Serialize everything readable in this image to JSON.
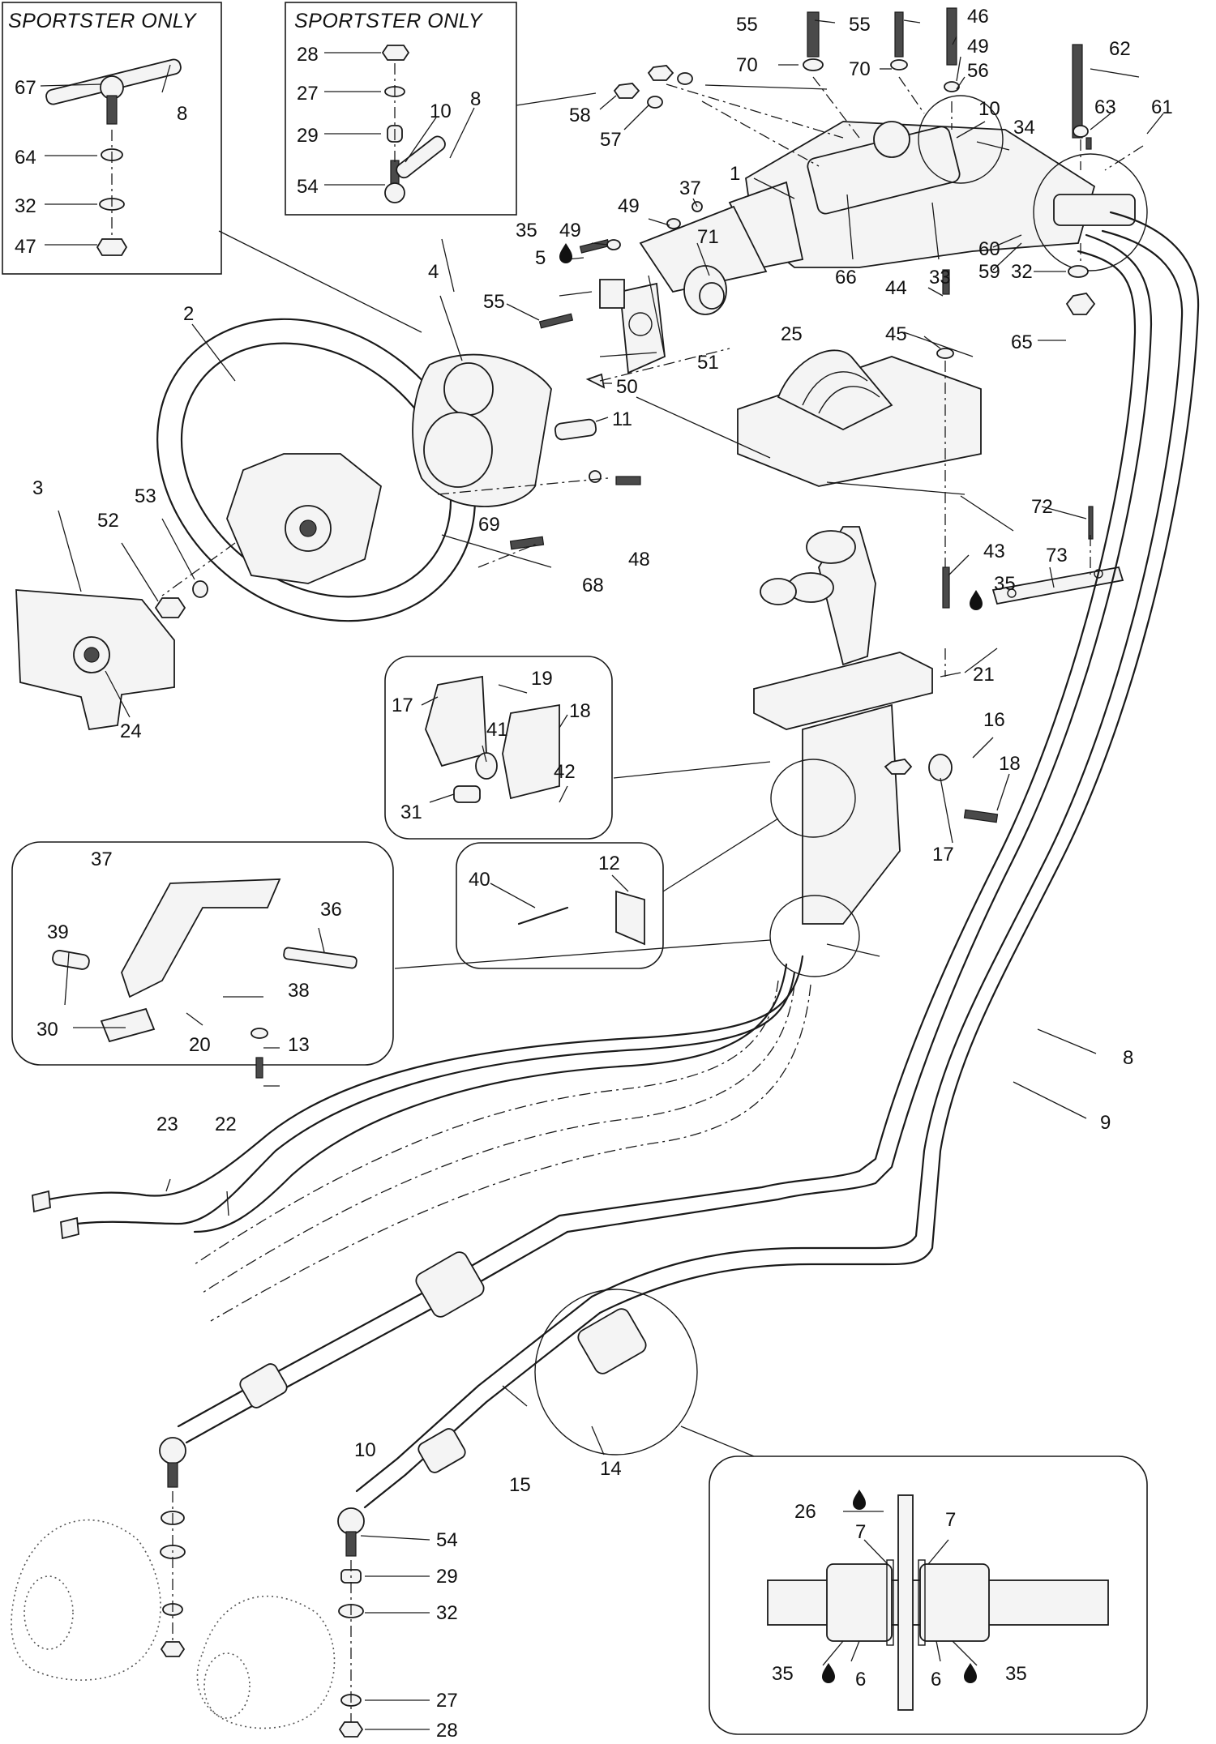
{
  "inset_titles": {
    "left": "SPORTSTER ONLY",
    "right": "SPORTSTER ONLY"
  },
  "callouts": {
    "c1": "1",
    "c2": "2",
    "c3": "3",
    "c4": "4",
    "c5": "5",
    "c6a": "6",
    "c6b": "6",
    "c7a": "7",
    "c7b": "7",
    "c8a": "8",
    "c8b": "8",
    "c8c": "8",
    "c9": "9",
    "c10a": "10",
    "c10b": "10",
    "c10c": "10",
    "c11": "11",
    "c12": "12",
    "c13": "13",
    "c14": "14",
    "c15": "15",
    "c16": "16",
    "c17a": "17",
    "c17b": "17",
    "c18a": "18",
    "c18b": "18",
    "c19": "19",
    "c20": "20",
    "c21": "21",
    "c22": "22",
    "c23": "23",
    "c24": "24",
    "c25": "25",
    "c26": "26",
    "c27a": "27",
    "c27b": "27",
    "c28a": "28",
    "c28b": "28",
    "c29a": "29",
    "c29b": "29",
    "c30": "30",
    "c31": "31",
    "c32a": "32",
    "c32b": "32",
    "c32c": "32",
    "c33": "33",
    "c34": "34",
    "c35a": "35",
    "c35b": "35",
    "c35c": "35",
    "c35d": "35",
    "c36": "36",
    "c37a": "37",
    "c37b": "37",
    "c38": "38",
    "c39": "39",
    "c40": "40",
    "c41": "41",
    "c42": "42",
    "c43": "43",
    "c44": "44",
    "c45": "45",
    "c46": "46",
    "c47": "47",
    "c48": "48",
    "c49a": "49",
    "c49b": "49",
    "c49c": "49",
    "c50": "50",
    "c51": "51",
    "c52": "52",
    "c53": "53",
    "c54a": "54",
    "c54b": "54",
    "c55a": "55",
    "c55b": "55",
    "c55c": "55",
    "c56": "56",
    "c57": "57",
    "c58": "58",
    "c59": "59",
    "c60": "60",
    "c61": "61",
    "c62": "62",
    "c63": "63",
    "c64": "64",
    "c65": "65",
    "c66": "66",
    "c67": "67",
    "c68": "68",
    "c69": "69",
    "c70a": "70",
    "c70b": "70",
    "c71": "71",
    "c72": "72",
    "c73": "73"
  },
  "icons": {
    "adhesive": "drop-icon"
  }
}
